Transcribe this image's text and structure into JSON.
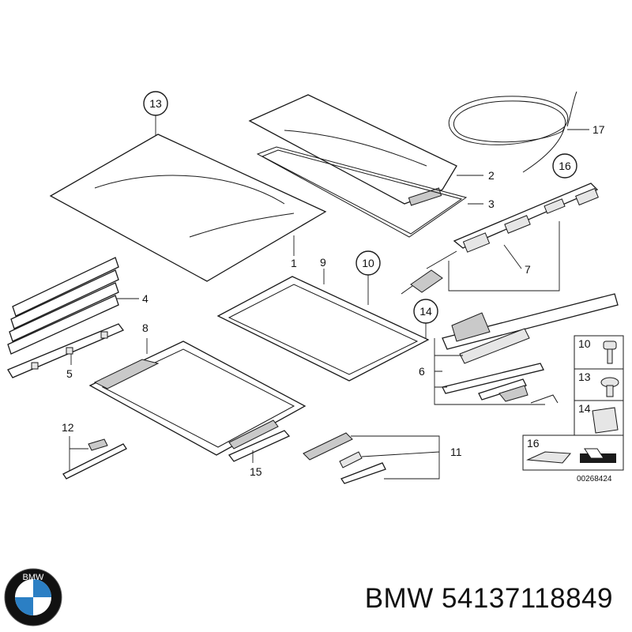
{
  "callouts": {
    "c1": "1",
    "c2": "2",
    "c3": "3",
    "c4": "4",
    "c5": "5",
    "c6": "6",
    "c7": "7",
    "c8": "8",
    "c9": "9",
    "c10": "10",
    "c11": "11",
    "c12": "12",
    "c13": "13",
    "c14": "14",
    "c15": "15",
    "c16": "16",
    "c17": "17"
  },
  "legend": {
    "l10": "10",
    "l13": "13",
    "l14": "14",
    "l16": "16"
  },
  "diagram_code": "00268424",
  "caption": {
    "brand": "BMW",
    "part_number": "54137118849"
  },
  "logo": {
    "text": "BMW",
    "colors": {
      "blue": "#2b7fc4",
      "ring": "#111111",
      "white": "#ffffff"
    }
  }
}
